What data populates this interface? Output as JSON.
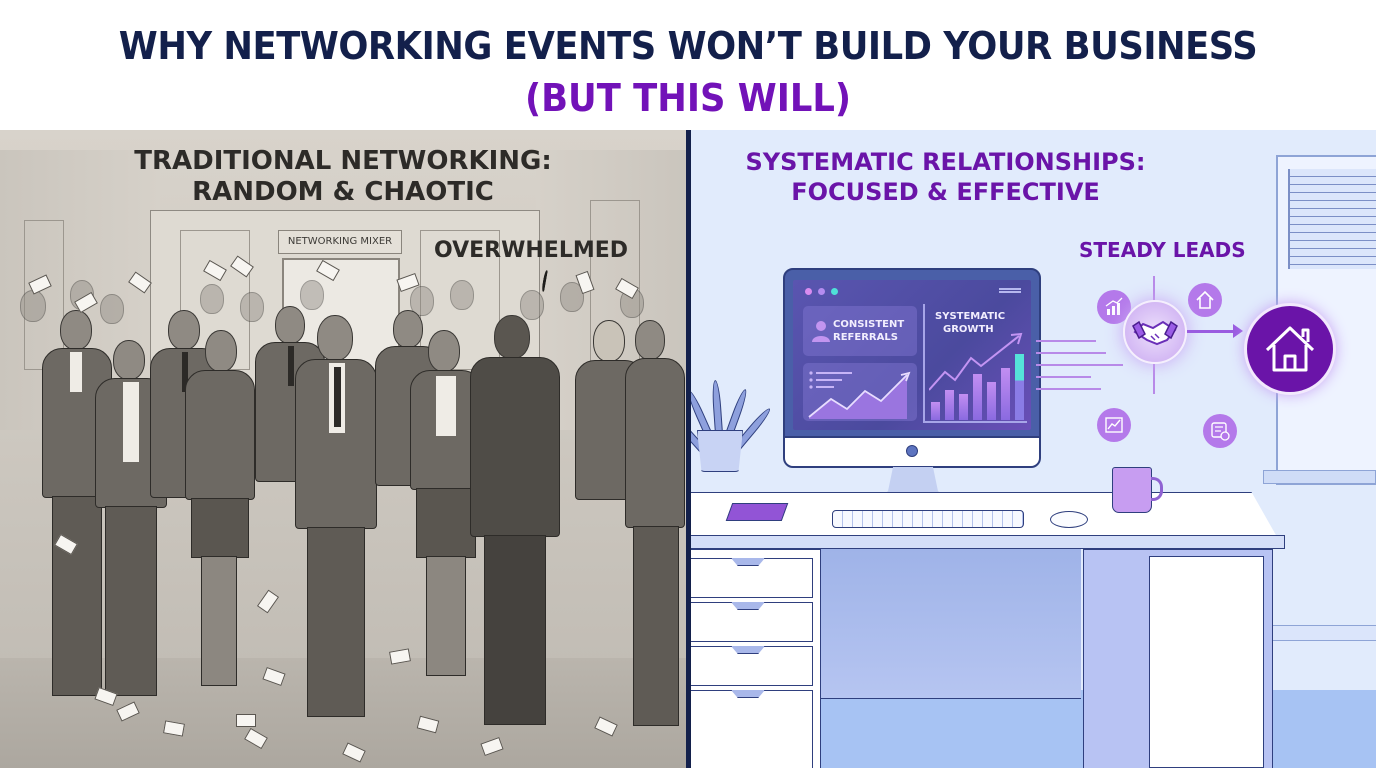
{
  "banner": {
    "title_line1": "WHY NETWORKING EVENTS WON’T BUILD YOUR BUSINESS",
    "title_line2": "(BUT THIS WILL)",
    "colors": {
      "line1": "#13204b",
      "line2": "#7212b8"
    }
  },
  "left_panel": {
    "heading_line1": "TRADITIONAL NETWORKING:",
    "heading_line2": "RANDOM & CHAOTIC",
    "sign": "NETWORKING MIXER",
    "callout": "OVERWHELMED",
    "palette": "grayscale sketch"
  },
  "right_panel": {
    "heading_line1": "SYSTEMATIC RELATIONSHIPS:",
    "heading_line2": "FOCUSED & EFFECTIVE",
    "callout": "STEADY LEADS",
    "monitor": {
      "card_label_line1": "CONSISTENT",
      "card_label_line2": "REFERRALS",
      "chart_label_line1": "SYSTEMATIC",
      "chart_label_line2": "GROWTH"
    },
    "network_icons": [
      "bar-chart-icon",
      "house-icon",
      "trend-chart-icon",
      "document-icon"
    ],
    "hub_icon": "handshake-icon",
    "target_icon": "house-icon",
    "colors": {
      "accent": "#6a14a8",
      "node": "#b479ea",
      "background": "#e1ebfc"
    }
  },
  "divider": {
    "color": "#13204b"
  }
}
